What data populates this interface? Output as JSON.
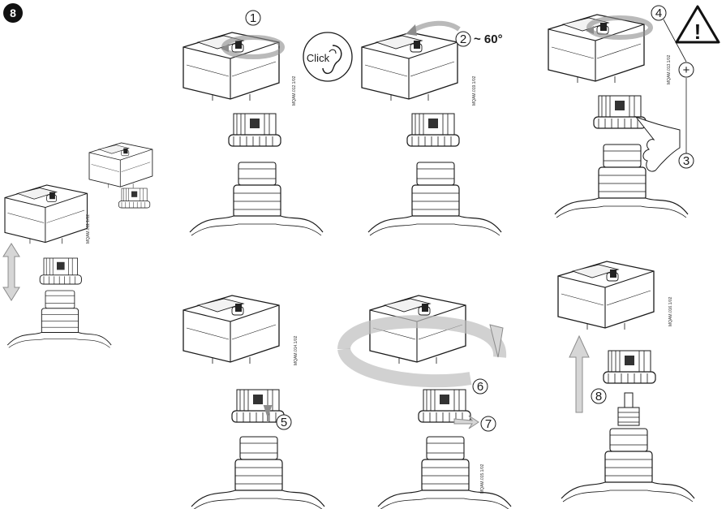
{
  "step": {
    "number": "8"
  },
  "callouts": {
    "c1": "1",
    "c2": "2",
    "c2_angle": "~ 60°",
    "c3": "3",
    "c4": "4",
    "c5": "5",
    "c6": "6",
    "c7": "7",
    "c8": "8",
    "plus": "+",
    "warning": "!"
  },
  "sound": {
    "label": "Click"
  },
  "codes": {
    "p1": "MQAM.011.1/02",
    "p2": "MQAM.012.1/02",
    "p3": "MQAM.019.1/02",
    "p4": "MQAM.013.1/02",
    "p5": "MQAM.014.1/02",
    "p6": "MQAM.015.1/02",
    "p7": "MQAM.016.1/02"
  },
  "colors": {
    "line": "#1a1a1a",
    "arrow_fill": "#d6d6d6",
    "arrow_stroke": "#8c8c8c"
  }
}
